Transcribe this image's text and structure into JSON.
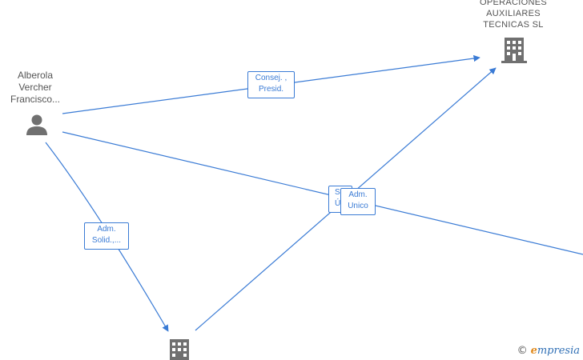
{
  "nodes": {
    "person": {
      "name_lines": [
        "Alberola",
        "Vercher",
        "Francisco..."
      ],
      "icon": "person-icon"
    },
    "company_top": {
      "name_lines": [
        "OPERACIONES",
        "AUXILIARES",
        "TECNICAS  SL"
      ],
      "icon": "building-icon"
    },
    "company_bottom": {
      "icon": "building-icon"
    }
  },
  "edge_labels": {
    "consej": [
      "Consej. ,",
      "Presid."
    ],
    "adm_solid": [
      "Adm.",
      "Solid.,..."
    ],
    "partial_hidden": [
      "S",
      "Ú"
    ],
    "adm_unico": [
      "Adm.",
      "Unico"
    ]
  },
  "colors": {
    "edge": "#3a7bd5",
    "icon": "#707070",
    "brand_accent": "#e08a1e"
  },
  "brand": {
    "copyright": "©",
    "e_letter": "e",
    "rest": "mpresia"
  }
}
